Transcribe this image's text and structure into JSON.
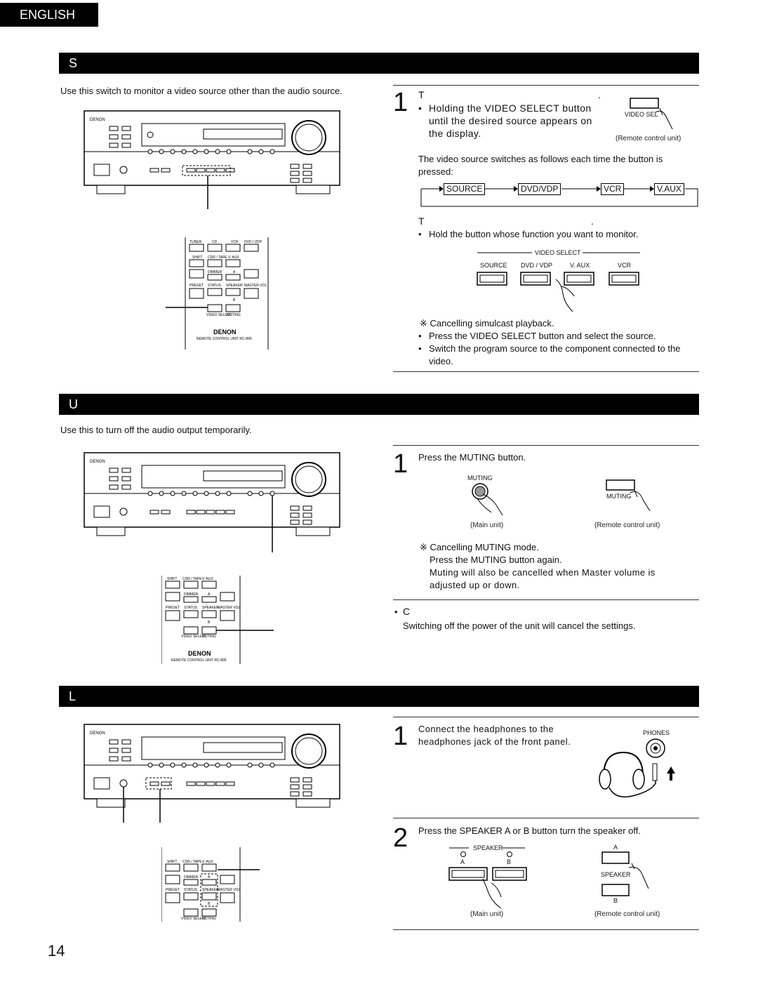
{
  "language_tab": "ENGLISH",
  "page_number": "14",
  "brand": "DENON",
  "section1": {
    "header": "S",
    "intro": "Use this switch to monitor a video source other than the audio source.",
    "step_num": "1",
    "step_title": "T",
    "step_title_end": ".",
    "bullet1": "Holding the VIDEO SELECT button until the desired source appears on the display.",
    "remote_btn_label": "VIDEO SEL",
    "remote_caption": "(Remote control unit)",
    "flow_intro": "The video source switches as follows each time the button is pressed:",
    "flow": [
      "SOURCE",
      "DVD/VDP",
      "VCR",
      "V.AUX"
    ],
    "sub_title": "T",
    "sub_title_end": ".",
    "bullet2": "Hold the button whose function you want to monitor.",
    "video_select_label": "VIDEO SELECT",
    "video_select_buttons": [
      "SOURCE",
      "DVD / VDP",
      "V. AUX",
      "VCR"
    ],
    "cancel_title": "※ Cancelling simulcast playback.",
    "cancel_b1": "Press the VIDEO SELECT button and select the source.",
    "cancel_b2": "Switch the program source to the component connected to the video."
  },
  "section2": {
    "header": "U",
    "intro": "Use this to turn off the audio output temporarily.",
    "step_num": "1",
    "step_text": "Press the MUTING button.",
    "muting_label": "MUTING",
    "remote_btn_label": "MUTING",
    "main_caption": "(Main unit)",
    "remote_caption": "(Remote control unit)",
    "cancel_title": "※ Cancelling MUTING mode.",
    "cancel_line1": "Press the MUTING button again.",
    "cancel_line2": "Muting will also be cancelled when Master volume is adjusted up or down.",
    "bullet_c": "C",
    "power_note": "Switching off the power of the unit will cancel the settings."
  },
  "section3": {
    "header": "L",
    "step1_num": "1",
    "step1_text": "Connect the headphones to the headphones jack of the front panel.",
    "phones_label": "PHONES",
    "step2_num": "2",
    "step2_text": "Press the SPEAKER A or B button turn the speaker off.",
    "speaker_label": "SPEAKER",
    "speaker_a": "A",
    "speaker_b": "B",
    "remote_speaker_label": "SPEAKER",
    "main_caption": "(Main unit)",
    "remote_caption": "(Remote control unit)"
  },
  "remote": {
    "row1": [
      "TUNER",
      "CD",
      "VCR",
      "DVD / VDP"
    ],
    "row2": [
      "SHIFT",
      "CDR / TAPE",
      "V. AUX"
    ],
    "dimmer": "DIMMER",
    "a": "A",
    "row4": [
      "PRESET",
      "STATUS",
      "SPEAKER",
      "MASTER VOL"
    ],
    "b": "B",
    "row6": [
      "VIDEO SELECT",
      "MUTING"
    ],
    "unit": "REMOTE CONTROL UNIT  RC-895"
  }
}
